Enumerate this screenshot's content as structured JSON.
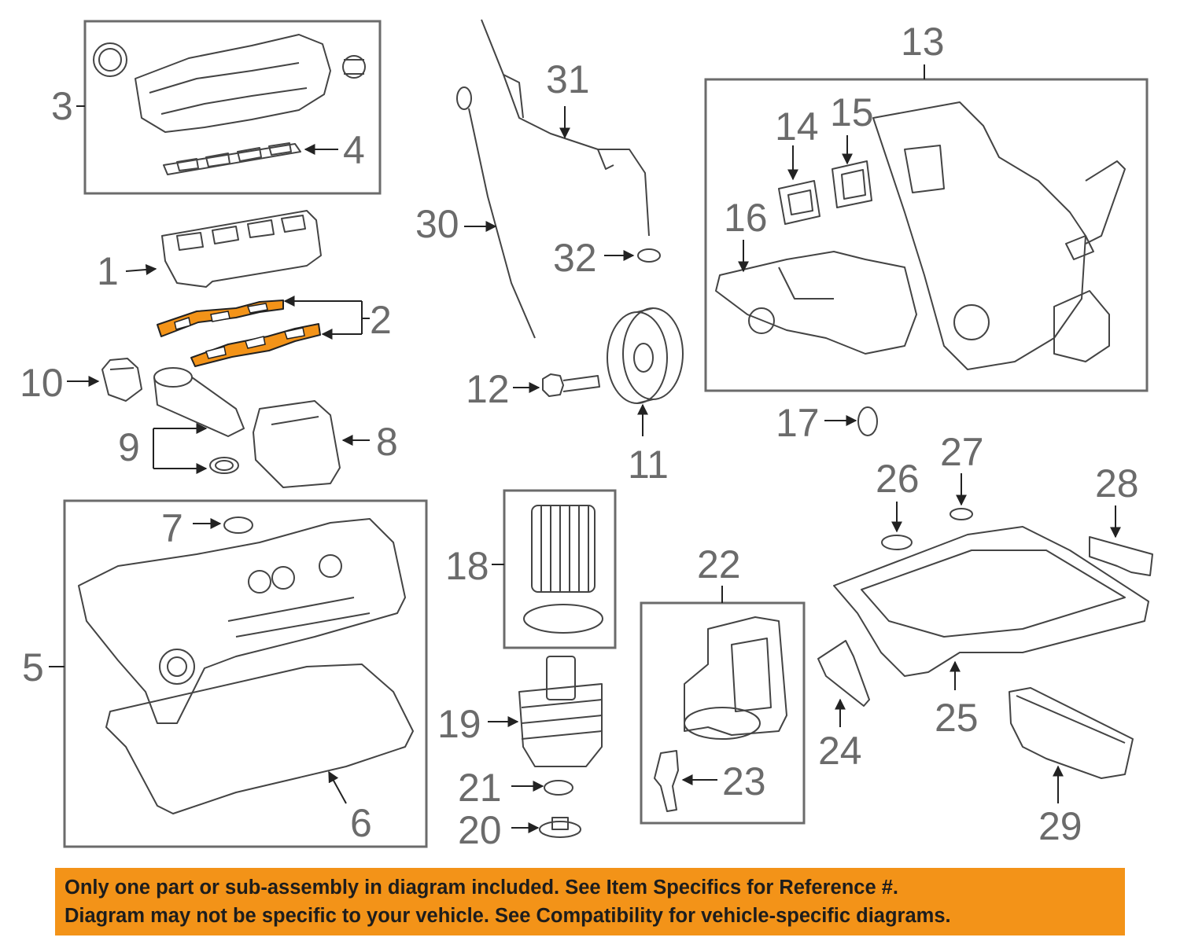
{
  "diagram": {
    "callouts": [
      "1",
      "2",
      "3",
      "4",
      "5",
      "6",
      "7",
      "8",
      "9",
      "10",
      "11",
      "12",
      "13",
      "14",
      "15",
      "16",
      "17",
      "18",
      "19",
      "20",
      "21",
      "22",
      "23",
      "24",
      "25",
      "26",
      "27",
      "28",
      "29",
      "30",
      "31",
      "32"
    ],
    "colors": {
      "line": "#6b6b6b",
      "highlight": "#f39318",
      "background": "#ffffff"
    }
  },
  "banner": {
    "line1": "Only one part or sub-assembly in diagram included. See Item Specifics for Reference #.",
    "line2": "Diagram may not be specific to your vehicle. See Compatibility for vehicle-specific diagrams."
  }
}
